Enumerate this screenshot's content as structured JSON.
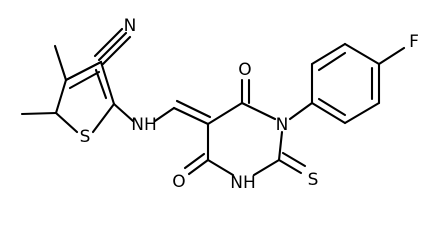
{
  "atoms": {
    "nitrile_n": "N",
    "thiophene_s": "S",
    "amine_nh": "NH",
    "top_o": "O",
    "bottom_o": "O",
    "ring_n": "N",
    "ring_nh": "NH",
    "thione_s": "S",
    "fluorine": "F"
  }
}
